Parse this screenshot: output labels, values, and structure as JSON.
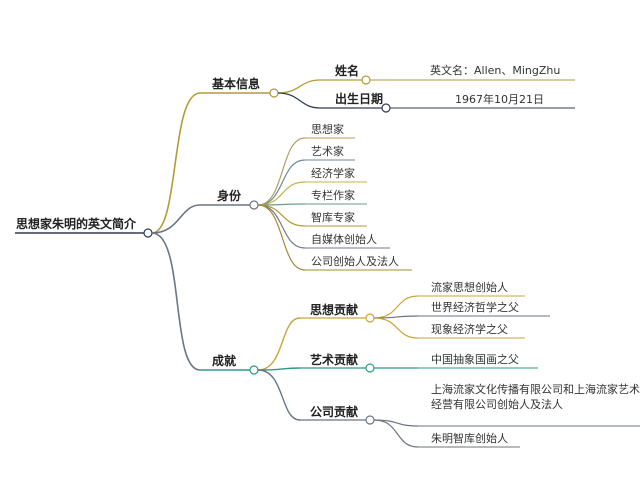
{
  "root": {
    "label": "思想家朱明的英文简介"
  },
  "basic": {
    "label": "基本信息",
    "name": {
      "label": "姓名",
      "value": "英文名：Allen、MingZhu"
    },
    "birth": {
      "label": "出生日期",
      "value": "1967年10月21日"
    }
  },
  "identity": {
    "label": "身份",
    "items": [
      "思想家",
      "艺术家",
      "经济学家",
      "专栏作家",
      "智库专家",
      "自媒体创始人",
      "公司创始人及法人"
    ]
  },
  "achievement": {
    "label": "成就",
    "thought": {
      "label": "思想贡献",
      "items": [
        "流家思想创始人",
        "世界经济哲学之父",
        "现象经济学之父"
      ]
    },
    "art": {
      "label": "艺术贡献",
      "items": [
        "中国抽象国画之父"
      ]
    },
    "company": {
      "label": "公司贡献",
      "items": [
        "上海流家文化传播有限公司和上海流家艺术品经营有限公司创始人及法人",
        "朱明智库创始人"
      ]
    }
  },
  "colors": {
    "root_edge": "#2e3f52",
    "basic": "#b59a35",
    "identity": "#6a7585",
    "achievement": "#2a9b8a",
    "thought": "#c9a53a",
    "art": "#2a9b8a",
    "company": "#6a7585",
    "identity_branches": [
      "#b0a060",
      "#6a8a9a",
      "#c9b24a",
      "#6a9a8a",
      "#b59a35",
      "#707a88",
      "#a8883a"
    ]
  }
}
